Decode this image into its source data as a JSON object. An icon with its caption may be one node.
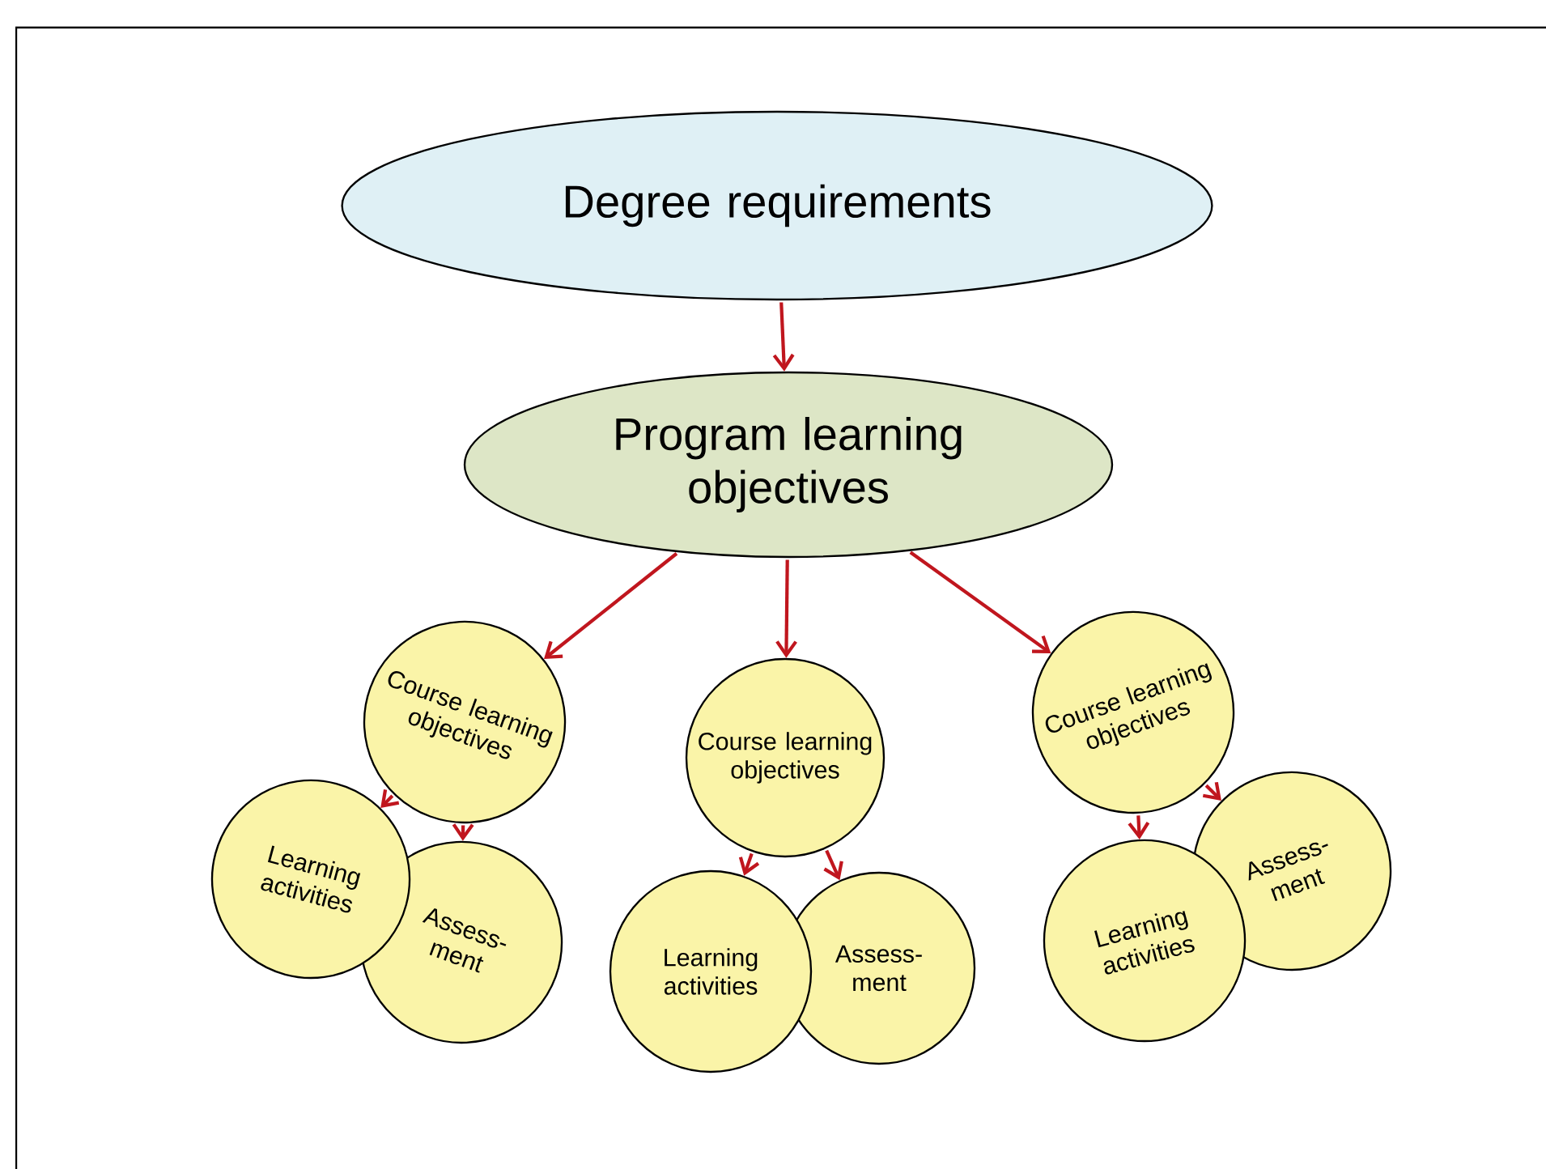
{
  "diagram": {
    "nodes": [
      {
        "text": [
          "Degree requirements"
        ]
      },
      {
        "text": [
          "Program learning objectives"
        ]
      },
      {
        "text": [
          "Course learning objectives"
        ]
      },
      {
        "text": [
          "Learning activities"
        ]
      },
      {
        "text": [
          "Assess- ment"
        ]
      },
      {
        "text": [
          "Course learning objectives"
        ]
      },
      {
        "text": [
          "Learning activities"
        ]
      },
      {
        "text": [
          "Assess- ment"
        ]
      },
      {
        "text": [
          "Course learning objectives"
        ]
      },
      {
        "text": [
          "Learning activities"
        ]
      },
      {
        "text": [
          "Assess- ment"
        ]
      }
    ],
    "edges": [
      {
        "from": 0,
        "to": 1,
        "arrow": "to"
      },
      {
        "from": 1,
        "to": 2,
        "arrow": "to"
      },
      {
        "from": 1,
        "to": 5,
        "arrow": "to"
      },
      {
        "from": 1,
        "to": 8,
        "arrow": "to"
      },
      {
        "from": 2,
        "to": 3,
        "arrow": "to"
      },
      {
        "from": 2,
        "to": 4,
        "arrow": "to"
      },
      {
        "from": 5,
        "to": 6,
        "arrow": "to"
      },
      {
        "from": 5,
        "to": 7,
        "arrow": "to"
      },
      {
        "from": 8,
        "to": 9,
        "arrow": "to"
      },
      {
        "from": 8,
        "to": 10,
        "arrow": "to"
      }
    ]
  }
}
